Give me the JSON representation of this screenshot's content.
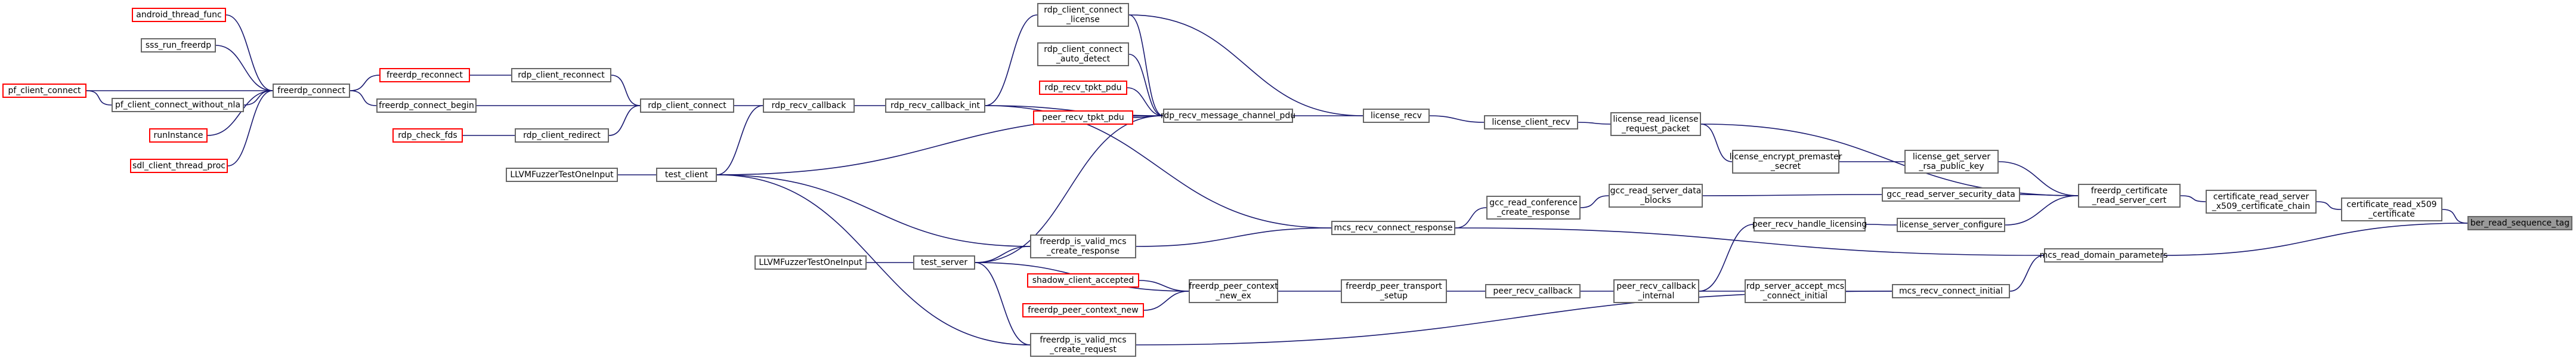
{
  "colors": {
    "edge": "#191970",
    "node_border": "#666666",
    "red_border": "#ff0000",
    "selected_fill": "#999999"
  },
  "nodes": {
    "android_thread_func": "android_thread_func",
    "sss_run_freerdp": "sss_run_freerdp",
    "pf_client_connect": "pf_client_connect",
    "pf_client_connect_without_nla": "pf_client_connect_without_nla",
    "runinstance": "runInstance",
    "sdl_client_thread_proc": "sdl_client_thread_proc",
    "freerdp_connect": "freerdp_connect",
    "freerdp_reconnect": "freerdp_reconnect",
    "freerdp_connect_begin": "freerdp_connect_begin",
    "rdp_client_reconnect": "rdp_client_reconnect",
    "rdp_check_fds": "rdp_check_fds",
    "rdp_client_redirect": "rdp_client_redirect",
    "rdp_client_connect": "rdp_client_connect",
    "rdp_recv_callback": "rdp_recv_callback",
    "rdp_recv_callback_int": "rdp_recv_callback_int",
    "fuzzer_client": "LLVMFuzzerTestOneInput",
    "test_client": "test_client",
    "fuzzer_server": "LLVMFuzzerTestOneInput",
    "test_server": "test_server",
    "rdp_client_connect_license": "rdp_client_connect\n_license",
    "rdp_client_connect_auto_detect": "rdp_client_connect\n_auto_detect",
    "rdp_recv_tpkt_pdu": "rdp_recv_tpkt_pdu",
    "peer_recv_tpkt_pdu": "peer_recv_tpkt_pdu",
    "rdp_recv_message_channel_pdu": "rdp_recv_message_channel_pdu",
    "license_recv": "license_recv",
    "license_client_recv": "license_client_recv",
    "license_read_license_request_packet": "license_read_license\n_request_packet",
    "license_encrypt_premaster_secret": "license_encrypt_premaster\n_secret",
    "license_get_server_rsa_public_key": "license_get_server\n_rsa_public_key",
    "gcc_read_conference_create_response": "gcc_read_conference\n_create_response",
    "gcc_read_server_data_blocks": "gcc_read_server_data\n_blocks",
    "gcc_read_server_security_data": "gcc_read_server_security_data",
    "license_server_configure": "license_server_configure",
    "peer_recv_handle_licensing": "peer_recv_handle_licensing",
    "mcs_recv_connect_response": "mcs_recv_connect_response",
    "freerdp_is_valid_mcs_create_response": "freerdp_is_valid_mcs\n_create_response",
    "shadow_client_accepted": "shadow_client_accepted",
    "freerdp_peer_context_new": "freerdp_peer_context_new",
    "freerdp_peer_context_new_ex": "freerdp_peer_context\n_new_ex",
    "freerdp_peer_transport_setup": "freerdp_peer_transport\n_setup",
    "peer_recv_callback": "peer_recv_callback",
    "peer_recv_callback_internal": "peer_recv_callback\n_internal",
    "rdp_server_accept_mcs_connect_initial": "rdp_server_accept_mcs\n_connect_initial",
    "mcs_recv_connect_initial": "mcs_recv_connect_initial",
    "freerdp_is_valid_mcs_create_request": "freerdp_is_valid_mcs\n_create_request",
    "mcs_read_domain_parameters": "mcs_read_domain_parameters",
    "freerdp_certificate_read_server_cert": "freerdp_certificate\n_read_server_cert",
    "certificate_read_server_x509_certificate_chain": "certificate_read_server\n_x509_certificate_chain",
    "certificate_read_x509_certificate": "certificate_read_x509\n_certificate",
    "ber_read_sequence_tag": "ber_read_sequence_tag"
  }
}
